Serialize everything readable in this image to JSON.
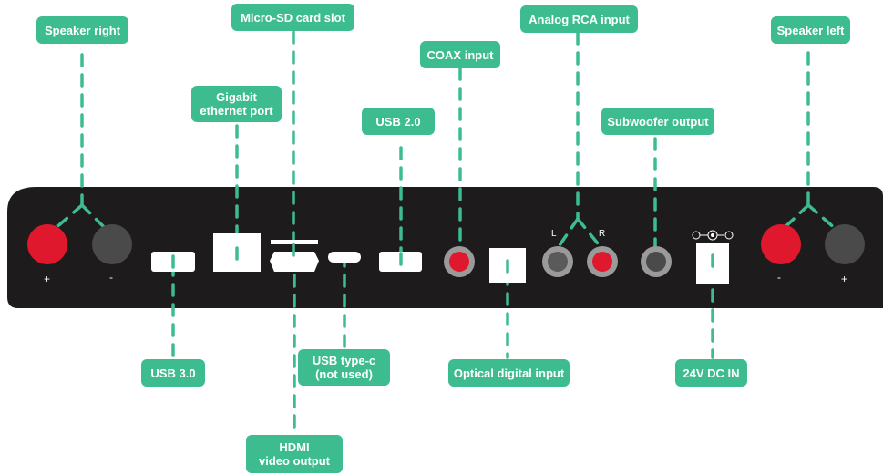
{
  "colors": {
    "accent": "#3dbd8f",
    "panel": "#1e1b1c",
    "red": "#e0182d",
    "grey": "#4a4a4a",
    "port": "#ffffff"
  },
  "labels": {
    "speaker_right": "Speaker right",
    "micro_sd": "Micro-SD card slot",
    "gigabit": "Gigabit\nethernet port",
    "usb20": "USB 2.0",
    "coax": "COAX input",
    "analog_rca": "Analog RCA input",
    "subwoofer": "Subwoofer output",
    "speaker_left": "Speaker left",
    "usb30": "USB 3.0",
    "usbc": "USB type-c\n(not used)",
    "hdmi": "HDMI\nvideo output",
    "optical": "Optical digital input",
    "dc_in": "24V DC IN"
  },
  "panel_marks": {
    "plus": "+",
    "minus": "-",
    "rca_left": "L",
    "rca_right": "R"
  },
  "icons": [
    "dc-polarity-icon"
  ]
}
